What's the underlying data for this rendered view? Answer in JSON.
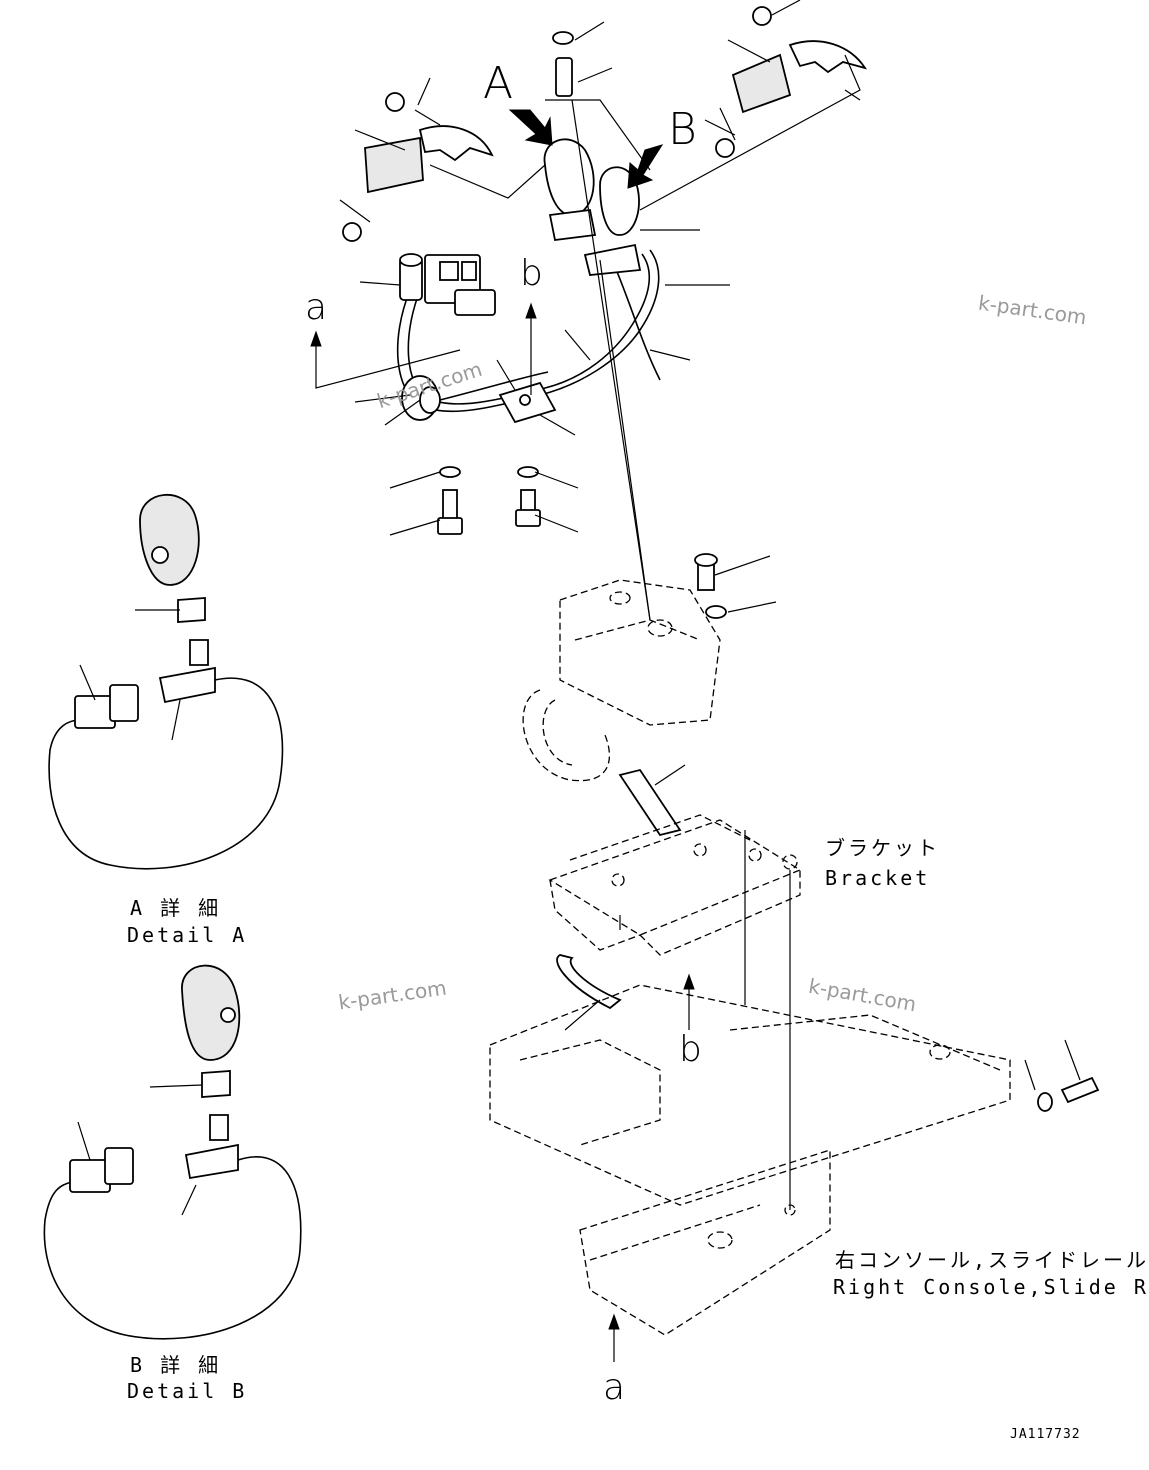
{
  "callouts": {
    "A": "A",
    "B": "B",
    "a_top": "a",
    "b_top": "b",
    "b_mid": "b",
    "a_bottom": "a"
  },
  "labels": {
    "bracket_jp": "ブラケット",
    "bracket_en": "Bracket",
    "console_jp": "右コンソール,スライドレール",
    "console_en": "Right Console,Slide Rail",
    "detail_a_jp": "A 詳 細",
    "detail_a_en": "Detail A",
    "detail_b_jp": "B 詳 細",
    "detail_b_en": "Detail B"
  },
  "watermarks": {
    "wm1": "k-part.com",
    "wm2": "k-part.com",
    "wm3": "k-part.com",
    "wm4": "k-part.com"
  },
  "drawing_code": "JA117732"
}
